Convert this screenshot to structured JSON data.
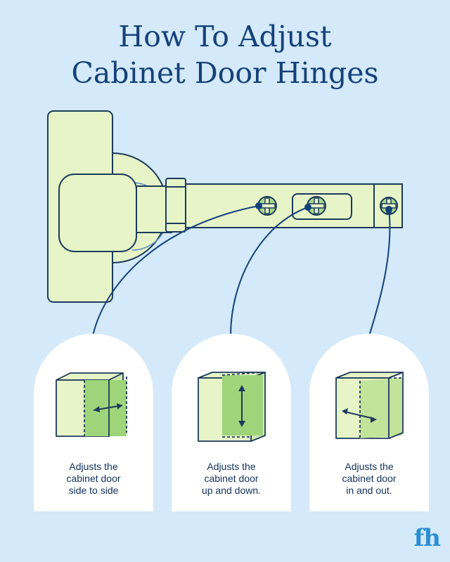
{
  "title": {
    "line1": "How To Adjust",
    "line2": "Cabinet Door Hinges"
  },
  "captions": [
    {
      "line1": "Adjusts the",
      "line2": "cabinet door",
      "line3": "side to side"
    },
    {
      "line1": "Adjusts the",
      "line2": "cabinet door",
      "line3": "up and down."
    },
    {
      "line1": "Adjusts the",
      "line2": "cabinet door",
      "line3": "in and out."
    }
  ],
  "logo": "fh",
  "colors": {
    "background": "#d4e9f9",
    "hinge_fill": "#e6f4c8",
    "hinge_stroke": "#1c3a5a",
    "accent_green": "#9fd57a",
    "screw_fill": "#a7d98c",
    "title": "#15417a",
    "leader_line": "#15417a",
    "logo": "#2a8fd4"
  }
}
